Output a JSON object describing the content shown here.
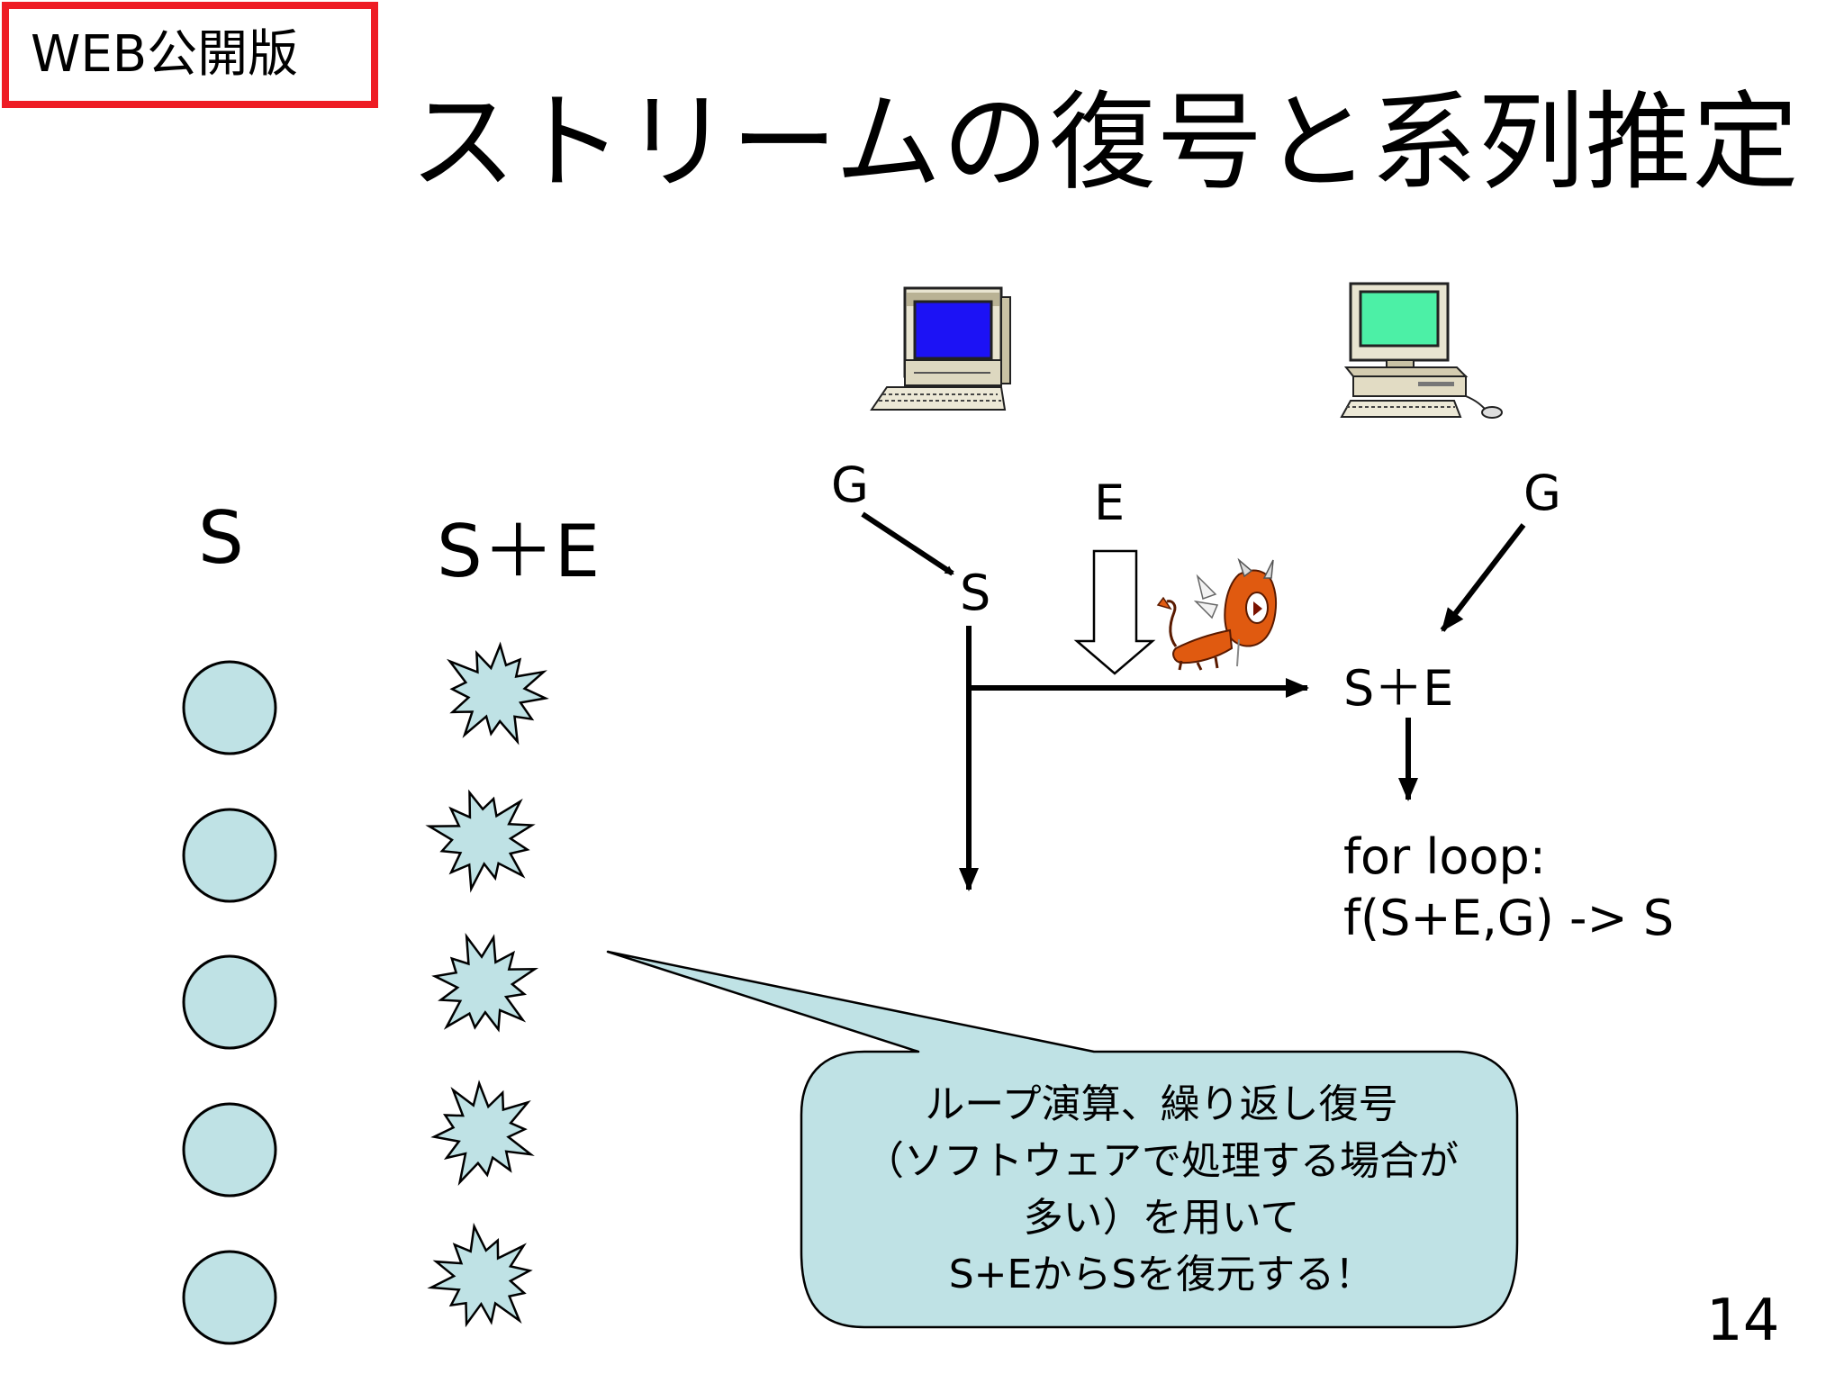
{
  "stamp": "WEB公開版",
  "title": "ストリームの復号と系列推定",
  "columns": {
    "s_label": "S",
    "se_label": "S＋E"
  },
  "diagram": {
    "g_left": "G",
    "e_label": "E",
    "g_right": "G",
    "s_node": "S",
    "se_node": "S＋E",
    "loop_line1": "for loop:",
    "loop_line2": "f(S+E,G) -> S"
  },
  "callout": {
    "lines": [
      "ループ演算、繰り返し復号",
      "（ソフトウェアで処理する場合が",
      "多い）を用いて",
      "S+EからSを復元する！"
    ]
  },
  "page_number": "14",
  "colors": {
    "stamp_border": "#ee1c24",
    "shape_fill": "#bfe2e5",
    "sender_screen": "#1c12f5",
    "receiver_screen": "#4cf0a6",
    "imp": "#e05a10"
  },
  "icons": [
    "sender-computer-icon",
    "receiver-computer-icon",
    "imp-noise-icon"
  ]
}
